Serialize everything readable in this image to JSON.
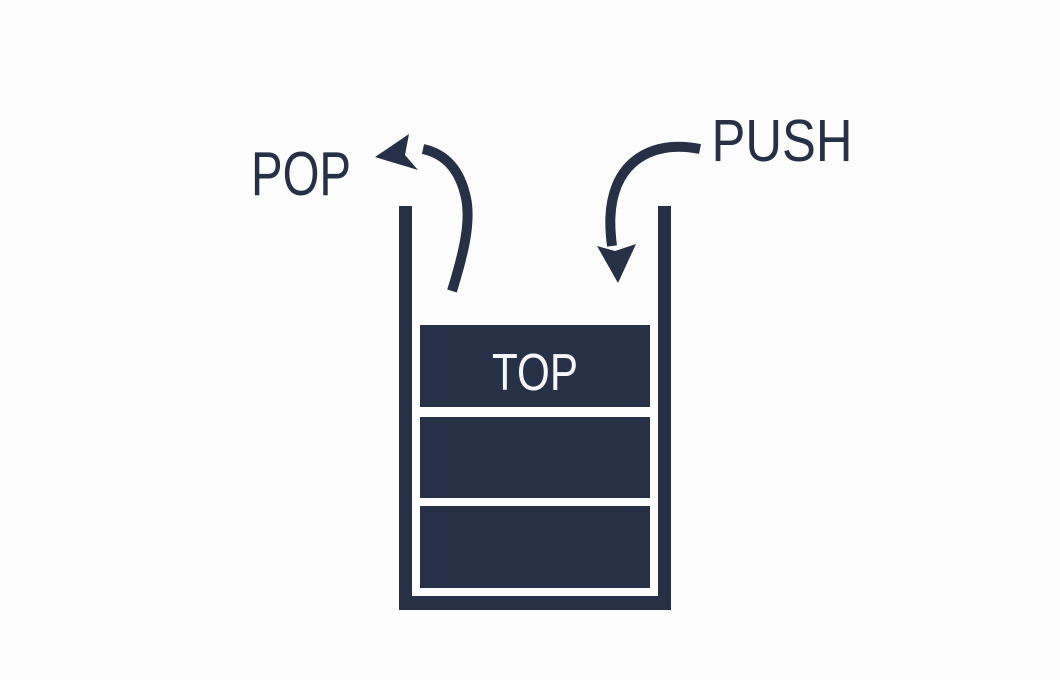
{
  "diagram": {
    "pop_label": "POP",
    "push_label": "PUSH",
    "stack_items": [
      {
        "label": "TOP"
      },
      {
        "label": ""
      },
      {
        "label": ""
      }
    ]
  },
  "colors": {
    "ink": "#263147",
    "item-label": "#f5f7fa",
    "background": "#fdfdfd"
  }
}
